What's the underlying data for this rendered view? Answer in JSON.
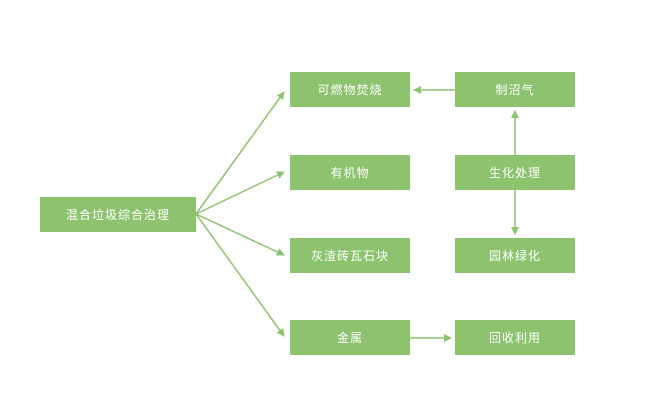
{
  "diagram": {
    "title": "mixed-waste-treatment-flowchart",
    "root": {
      "id": "mixed-waste-treatment",
      "label": "混合垃圾综合治理"
    },
    "middle": [
      {
        "id": "combustibles-burning",
        "label": "可燃物焚烧"
      },
      {
        "id": "organic-matter",
        "label": "有机物"
      },
      {
        "id": "ash-brick-stone",
        "label": "灰渣砖瓦石块"
      },
      {
        "id": "metal",
        "label": "金属"
      }
    ],
    "right": [
      {
        "id": "biogas-production",
        "label": "制沼气"
      },
      {
        "id": "biochemical-treatment",
        "label": "生化处理"
      },
      {
        "id": "landscaping",
        "label": "园林绿化"
      },
      {
        "id": "recycling",
        "label": "回收利用"
      }
    ],
    "edges": [
      {
        "from": "mixed-waste-treatment",
        "to": "combustibles-burning"
      },
      {
        "from": "mixed-waste-treatment",
        "to": "organic-matter"
      },
      {
        "from": "mixed-waste-treatment",
        "to": "ash-brick-stone"
      },
      {
        "from": "mixed-waste-treatment",
        "to": "metal"
      },
      {
        "from": "biogas-production",
        "to": "combustibles-burning"
      },
      {
        "from": "biochemical-treatment",
        "to": "biogas-production"
      },
      {
        "from": "biochemical-treatment",
        "to": "landscaping"
      },
      {
        "from": "metal",
        "to": "recycling"
      }
    ],
    "colors": {
      "box": "#8dc36f",
      "arrow": "#8dc36f",
      "text": "#ffffff",
      "background": "#ffffff"
    }
  }
}
